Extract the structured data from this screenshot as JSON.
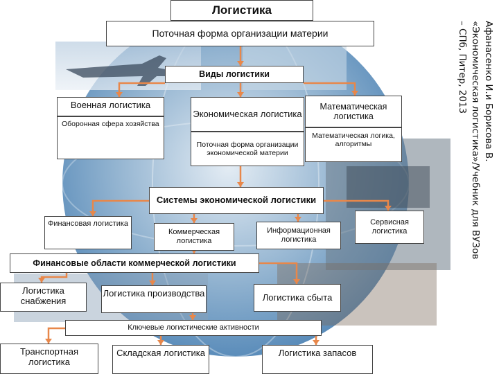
{
  "colors": {
    "arrow": "#e8874a",
    "border": "#444444",
    "box_fill": "#ffffff",
    "globe": "#2f6ea8",
    "globe_light": "#dfe9f2"
  },
  "nodes": {
    "title": "Логистика",
    "flow_form": "Поточная форма организации материи",
    "types_header": "Виды логистики",
    "military": "Военная логистика",
    "defense_sector": "Оборонная сфера хозяйства",
    "economic": "Экономическая логистика",
    "economic_flow": "Поточная форма организации экономической материи",
    "math": "Математическая логистика",
    "math_logic": "Математическая логика, алгоритмы",
    "systems_header": "Системы экономической логистики",
    "financial": "Финансовая логистика",
    "commercial": "Коммерческая логистика",
    "information": "Информационная логистика",
    "service": "Сервисная логистика",
    "fin_areas": "Финансовые области коммерческой логистики",
    "supply": "Логистика снабжения",
    "production": "Логистика производства",
    "sales": "Логистика сбыта",
    "key_activities": "Ключевые логистические активности",
    "transport": "Транспортная логистика",
    "warehouse": "Складская логистика",
    "inventory": "Логистика запасов"
  },
  "citation": {
    "line1": "Афанасенко И.и Борисова В.",
    "line2": "«Экономическая логистика»/Учебник для ВУЗов",
    "line3": "– СПб, Питер, 2013"
  }
}
